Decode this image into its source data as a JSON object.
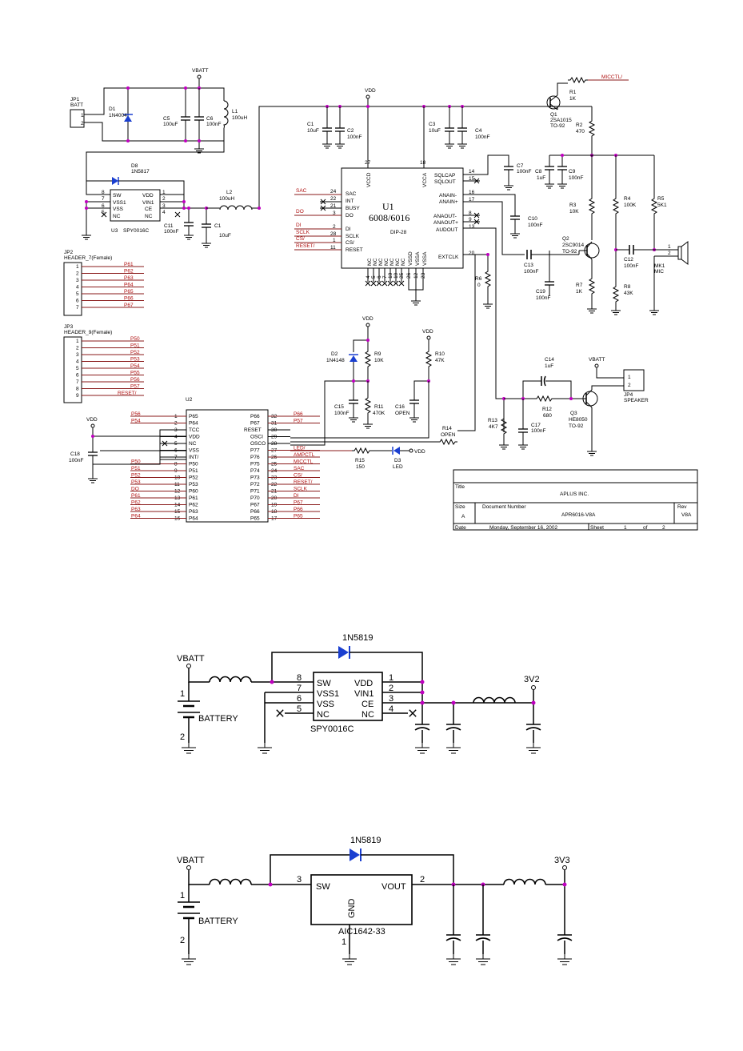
{
  "top": {
    "power": {
      "vbatt": "VBATT",
      "vdd": "VDD"
    },
    "jp1": {
      "ref": "JP1",
      "name": "BATT",
      "pins": [
        "1",
        "2"
      ]
    },
    "d1": {
      "ref": "D1",
      "part": "1N4004"
    },
    "c5": {
      "ref": "C5",
      "val": "100uF"
    },
    "c6": {
      "ref": "C6",
      "val": "100nF"
    },
    "l1": {
      "ref": "L1",
      "val": "100uH"
    },
    "d8": {
      "ref": "D8",
      "part": "1N5817"
    },
    "u3": {
      "ref": "U3",
      "part": "SPY0016C",
      "pins_left": [
        "SW",
        "VSS1",
        "VSS",
        "NC"
      ],
      "pins_right": [
        "VDD",
        "VIN1",
        "CE",
        "NC"
      ],
      "nums_left": [
        "8",
        "7",
        "6",
        "5"
      ],
      "nums_right": [
        "1",
        "2",
        "3",
        "4"
      ]
    },
    "c11": {
      "ref": "C11",
      "val": "100nF"
    },
    "c1b": {
      "ref": "C1",
      "val": "10uF"
    },
    "l2": {
      "ref": "L2",
      "val": "100uH"
    },
    "c1": {
      "ref": "C1",
      "val": "10uF"
    },
    "c2": {
      "ref": "C2",
      "val": "100nF"
    },
    "c3": {
      "ref": "C3",
      "val": "10uF"
    },
    "c4": {
      "ref": "C4",
      "val": "100nF"
    },
    "u1": {
      "ref": "U1",
      "part": "6008/6016",
      "pkg": "DIP-28",
      "vccd": "VCCD",
      "vcca": "VCCA",
      "vccd_pin": "27",
      "vcca_pin": "18",
      "left_pins": [
        "SAC",
        "INT",
        "BUSY",
        "DO",
        "DI",
        "SCLK",
        "CS/",
        "RESET"
      ],
      "left_nums": [
        "24",
        "22",
        "21",
        "3",
        "2",
        "28",
        "1",
        "11"
      ],
      "right_pins": [
        "SQLCAP",
        "SQLOUT",
        "ANAIN-",
        "ANAIN+",
        "ANAOUT-",
        "ANAOUT+",
        "AUDOUT",
        "EXTCLK"
      ],
      "right_nums": [
        "14",
        "15",
        "16",
        "17",
        "8",
        "9",
        "13",
        "20"
      ],
      "bottom_pins": [
        "NC",
        "NC",
        "NC",
        "NC",
        "NC",
        "NC",
        "NC",
        "VSSD",
        "VSSA",
        "VSSA"
      ],
      "bottom_nums": [
        "4",
        "5",
        "6",
        "7",
        "10",
        "19",
        "25",
        "26",
        "12",
        "23"
      ]
    },
    "u1_nets": {
      "sac": "SAC",
      "do": "DO",
      "di": "DI",
      "sclk": "SCLK",
      "cs": "CS/",
      "reset": "RESET/"
    },
    "q1": {
      "ref": "Q1",
      "part": "2SA1015",
      "pkg": "TO-92"
    },
    "r1": {
      "ref": "R1",
      "val": "1K"
    },
    "micctl": "MICCTL/",
    "r2": {
      "ref": "R2",
      "val": "470"
    },
    "c7": {
      "ref": "C7",
      "val": "100nF"
    },
    "c8": {
      "ref": "C8",
      "val": "1uF"
    },
    "c9": {
      "ref": "C9",
      "val": "100nF"
    },
    "c10": {
      "ref": "C10",
      "val": "100nF"
    },
    "r3": {
      "ref": "R3",
      "val": "10K"
    },
    "r4": {
      "ref": "R4",
      "val": "100K"
    },
    "r5": {
      "ref": "R5",
      "val": "5K1"
    },
    "q2": {
      "ref": "Q2",
      "part": "2SC9014",
      "pkg": "TO-92"
    },
    "c12": {
      "ref": "C12",
      "val": "100nF"
    },
    "mk1": {
      "ref": "MK1",
      "name": "MIC",
      "pins": [
        "1",
        "2"
      ]
    },
    "c13": {
      "ref": "C13",
      "val": "100nF"
    },
    "c19": {
      "ref": "C19",
      "val": "100nF"
    },
    "r7": {
      "ref": "R7",
      "val": "1K"
    },
    "r8": {
      "ref": "R8",
      "val": "43K"
    },
    "r6": {
      "ref": "R6",
      "val": "0"
    },
    "jp2": {
      "ref": "JP2",
      "name": "HEADER_7(Female)",
      "pins": [
        "1",
        "2",
        "3",
        "4",
        "5",
        "6",
        "7"
      ],
      "nets": [
        "P61",
        "P62",
        "P63",
        "P64",
        "P65",
        "P66",
        "P67"
      ]
    },
    "jp3": {
      "ref": "JP3",
      "name": "HEADER_9(Female)",
      "pins": [
        "1",
        "2",
        "3",
        "4",
        "5",
        "6",
        "7",
        "8",
        "9"
      ],
      "nets": [
        "P50",
        "P51",
        "P52",
        "P53",
        "P54",
        "P55",
        "P56",
        "P57",
        "RESET/"
      ]
    },
    "d2": {
      "ref": "D2",
      "part": "1N4148"
    },
    "r9": {
      "ref": "R9",
      "val": "10K"
    },
    "r10": {
      "ref": "R10",
      "val": "47K"
    },
    "c15": {
      "ref": "C15",
      "val": "100nF"
    },
    "r11": {
      "ref": "R11",
      "val": "470K"
    },
    "c16": {
      "ref": "C16",
      "val": "OPEN"
    },
    "r14": {
      "ref": "R14",
      "val": "OPEN"
    },
    "r15": {
      "ref": "R15",
      "val": "150"
    },
    "d3": {
      "ref": "D3",
      "part": "LED"
    },
    "c18": {
      "ref": "C18",
      "val": "100nF"
    },
    "u2": {
      "ref": "U2",
      "left_pins": [
        "P65",
        "P64",
        "TCC",
        "VDD",
        "NC",
        "VSS",
        "INT/",
        "P50",
        "P51",
        "P52",
        "P53",
        "P60",
        "P61",
        "P62",
        "P63",
        "P64"
      ],
      "left_nums": [
        "1",
        "2",
        "3",
        "4",
        "5",
        "6",
        "7",
        "8",
        "9",
        "10",
        "11",
        "12",
        "13",
        "14",
        "15",
        "16"
      ],
      "left_nets": [
        "P56",
        "P54",
        "",
        "",
        "",
        "",
        "",
        "P50",
        "P51",
        "P52",
        "P53",
        "DO",
        "P61",
        "P62",
        "P63",
        "P64"
      ],
      "right_pins": [
        "P66",
        "P67",
        "RESET",
        "OSCI",
        "OSCO",
        "P77",
        "P76",
        "P75",
        "P74",
        "P73",
        "P72",
        "P71",
        "P70",
        "P67",
        "P66",
        "P65"
      ],
      "right_nums": [
        "32",
        "31",
        "30",
        "29",
        "28",
        "27",
        "26",
        "25",
        "24",
        "23",
        "22",
        "21",
        "20",
        "19",
        "18",
        "17"
      ],
      "right_nets": [
        "P66",
        "P57",
        "",
        "",
        "",
        "LED/",
        "AMPCTL",
        "MICCTL",
        "SAC",
        "CS/",
        "RESET/",
        "SCLK",
        "DI",
        "P67",
        "P66",
        "P65"
      ]
    },
    "c14": {
      "ref": "C14",
      "val": "1uF"
    },
    "r12": {
      "ref": "R12",
      "val": "680"
    },
    "r13": {
      "ref": "R13",
      "val": "4K7"
    },
    "c17": {
      "ref": "C17",
      "val": "100nF"
    },
    "q3": {
      "ref": "Q3",
      "part": "HE8050",
      "pkg": "TO-92"
    },
    "jp4": {
      "ref": "JP4",
      "name": "SPEAKER",
      "pins": [
        "1",
        "2"
      ]
    },
    "titleblock": {
      "title_label": "Title",
      "title": "APLUS INC.",
      "size_label": "Size",
      "size": "A",
      "docnum_label": "Document Number",
      "docnum": "APR6016-V8A",
      "rev_label": "Rev",
      "rev": "V8A",
      "date_label": "Date",
      "date": "Monday, September 16, 2002",
      "sheet_label": "Sheet",
      "sheet": "1",
      "of": "of",
      "sheets": "2"
    }
  },
  "mid": {
    "vbatt": "VBATT",
    "battery": "BATTERY",
    "bat_pins": [
      "1",
      "2"
    ],
    "diode": "1N5819",
    "out": "3V2",
    "ic": "SPY0016C",
    "pins_left": [
      "SW",
      "VSS1",
      "VSS",
      "NC"
    ],
    "pins_right": [
      "VDD",
      "VIN1",
      "CE",
      "NC"
    ],
    "nums_left": [
      "8",
      "7",
      "6",
      "5"
    ],
    "nums_right": [
      "1",
      "2",
      "3",
      "4"
    ]
  },
  "bottom": {
    "vbatt": "VBATT",
    "battery": "BATTERY",
    "bat_pins": [
      "1",
      "2"
    ],
    "diode": "1N5819",
    "out": "3V3",
    "ic": "AIC1642-33",
    "sw": "SW",
    "vout": "VOUT",
    "gnd": "GND",
    "pin_sw": "3",
    "pin_vout": "2",
    "pin_gnd": "1"
  }
}
